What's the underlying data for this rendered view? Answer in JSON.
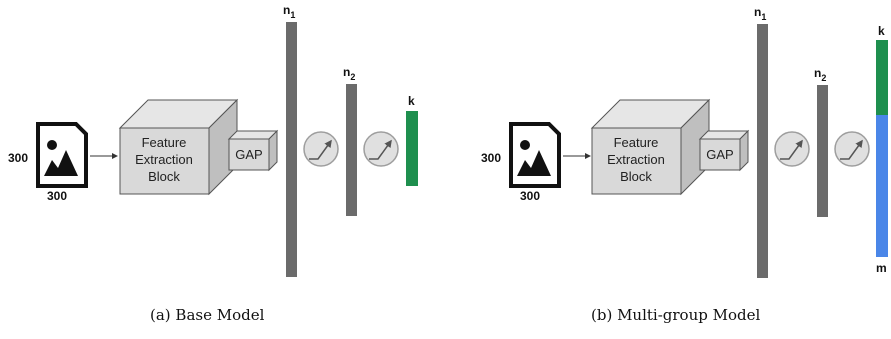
{
  "panels": [
    {
      "caption": "(a) Base Model",
      "input": {
        "width_label": "300",
        "height_label": "300"
      },
      "feature_block": {
        "line1": "Feature",
        "line2": "Extraction",
        "line3": "Block"
      },
      "gap_label": "GAP",
      "layer1_label": "n",
      "layer1_sub": "1",
      "layer2_label": "n",
      "layer2_sub": "2",
      "output_top_label": "k",
      "output_bottom_label": ""
    },
    {
      "caption": "(b) Multi-group Model",
      "input": {
        "width_label": "300",
        "height_label": "300"
      },
      "feature_block": {
        "line1": "Feature",
        "line2": "Extraction",
        "line3": "Block"
      },
      "gap_label": "GAP",
      "layer1_label": "n",
      "layer1_sub": "1",
      "layer2_label": "n",
      "layer2_sub": "2",
      "output_top_label": "k",
      "output_bottom_label": "m"
    }
  ],
  "colors": {
    "dense_layer": "#6b6b6b",
    "output_green": "#1e8f4e",
    "output_blue": "#4a86e8",
    "block_face": "#d9d9d9",
    "block_side": "#bfbfbf",
    "block_top": "#e6e6e6",
    "activation_circle": "#e0e0e0"
  }
}
